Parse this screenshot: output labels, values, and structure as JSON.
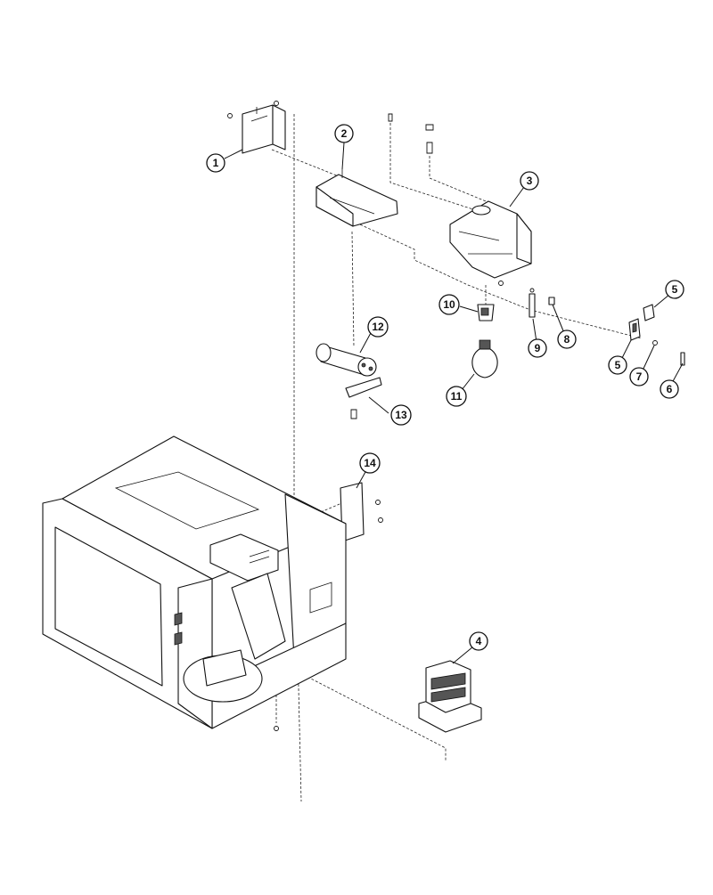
{
  "diagram": {
    "background_color": "#ffffff",
    "line_color": "#111111",
    "callouts": [
      {
        "label": "1"
      },
      {
        "label": "2"
      },
      {
        "label": "3"
      },
      {
        "label": "4"
      },
      {
        "label": "5"
      },
      {
        "label": "5"
      },
      {
        "label": "6"
      },
      {
        "label": "7"
      },
      {
        "label": "8"
      },
      {
        "label": "9"
      },
      {
        "label": "10"
      },
      {
        "label": "11"
      },
      {
        "label": "12"
      },
      {
        "label": "13"
      },
      {
        "label": "14"
      }
    ]
  }
}
